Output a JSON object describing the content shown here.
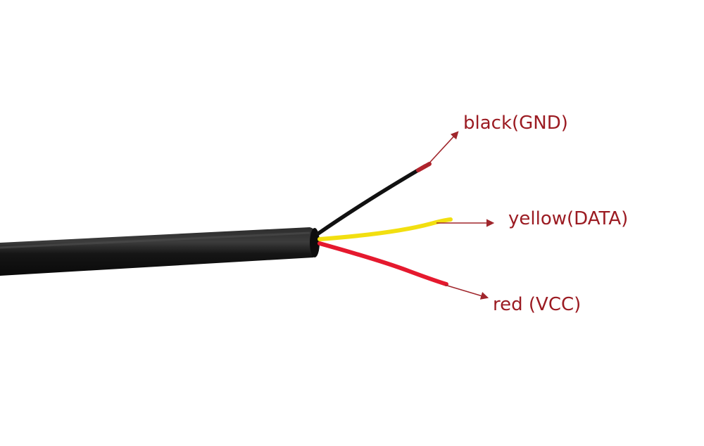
{
  "colors": {
    "background": "#ffffff",
    "sheath": "#141414",
    "sheath_highlight": "#3a3a3a",
    "wire_black": "#111111",
    "wire_black_tip": "#b3232d",
    "wire_yellow": "#f2df10",
    "wire_red": "#e5192e",
    "label_text": "#9b1b22",
    "arrow": "#a0262c"
  },
  "wires": [
    {
      "id": "gnd",
      "label": "black(GND)",
      "color": "#111111"
    },
    {
      "id": "data",
      "label": "yellow(DATA)",
      "color": "#f2df10"
    },
    {
      "id": "vcc",
      "label": "red (VCC)",
      "color": "#e5192e"
    }
  ]
}
